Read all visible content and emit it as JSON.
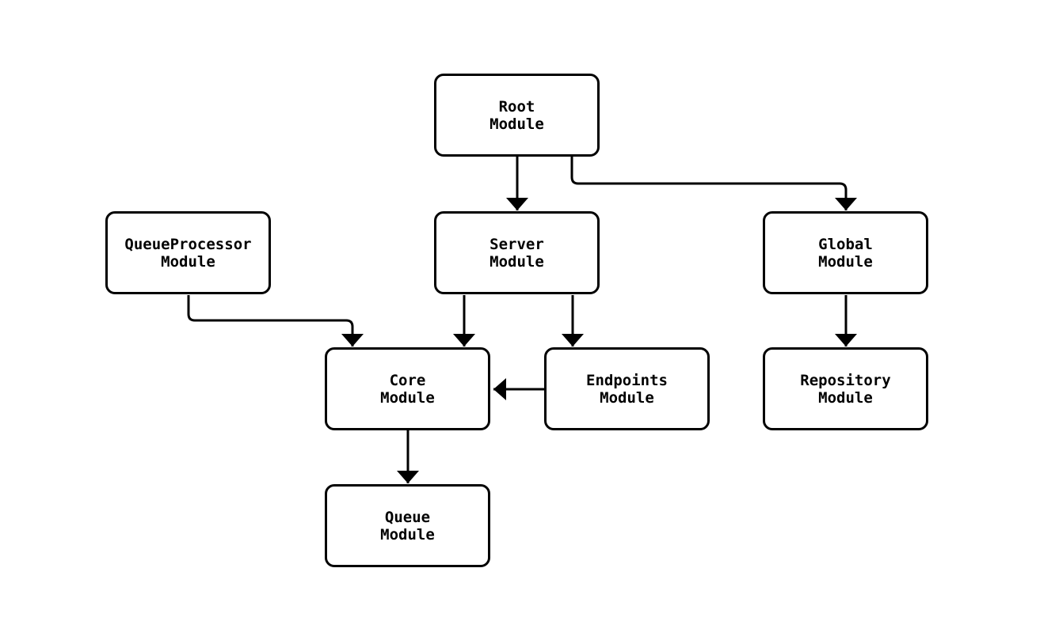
{
  "diagram": {
    "background_color": "#ffffff",
    "stroke_color": "#000000",
    "text_color": "#000000",
    "nodes": [
      {
        "id": "root",
        "line1": "Root",
        "line2": "Module"
      },
      {
        "id": "queueprocessor",
        "line1": "QueueProcessor",
        "line2": "Module"
      },
      {
        "id": "server",
        "line1": "Server",
        "line2": "Module"
      },
      {
        "id": "global",
        "line1": "Global",
        "line2": "Module"
      },
      {
        "id": "core",
        "line1": "Core",
        "line2": "Module"
      },
      {
        "id": "endpoints",
        "line1": "Endpoints",
        "line2": "Module"
      },
      {
        "id": "repository",
        "line1": "Repository",
        "line2": "Module"
      },
      {
        "id": "queue",
        "line1": "Queue",
        "line2": "Module"
      }
    ],
    "edges": [
      {
        "from": "Root Module",
        "to": "Server Module"
      },
      {
        "from": "Root Module",
        "to": "Global Module"
      },
      {
        "from": "QueueProcessor Module",
        "to": "Core Module"
      },
      {
        "from": "Server Module",
        "to": "Core Module"
      },
      {
        "from": "Server Module",
        "to": "Endpoints Module"
      },
      {
        "from": "Endpoints Module",
        "to": "Core Module"
      },
      {
        "from": "Global Module",
        "to": "Repository Module"
      },
      {
        "from": "Core Module",
        "to": "Queue Module"
      }
    ]
  }
}
